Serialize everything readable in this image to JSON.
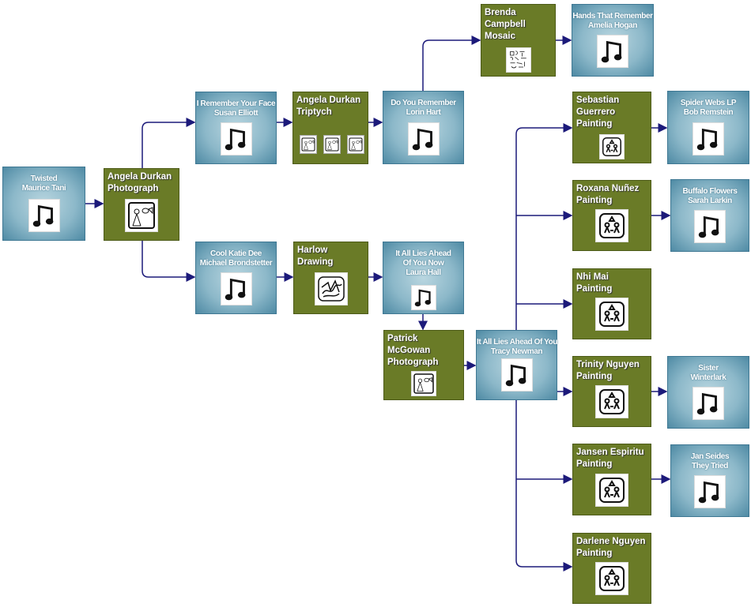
{
  "colors": {
    "blue_node": "#6fa3b8",
    "green_node": "#6a7b27",
    "edge": "#1c1a7a"
  },
  "nodes": [
    {
      "lines": [
        "Twisted",
        "Maurice Tani"
      ],
      "icon": "music-note"
    },
    {
      "lines": [
        "Angela Durkan",
        "Photograph"
      ],
      "icon": "photograph"
    },
    {
      "lines": [
        "I Remember Your Face",
        "Susan Elliott"
      ],
      "icon": "music-note"
    },
    {
      "lines": [
        "Angela Durkan",
        "Triptych"
      ],
      "icon": "triptych"
    },
    {
      "lines": [
        "Do You Remember",
        "Lorin Hart"
      ],
      "icon": "music-note"
    },
    {
      "lines": [
        "Brenda",
        "Campbell",
        "Mosaic"
      ],
      "icon": "mosaic"
    },
    {
      "lines": [
        "Hands That Remember",
        "Amelia Hogan"
      ],
      "icon": "music-note"
    },
    {
      "lines": [
        "Cool Katie Dee",
        "Michael Brondstetter"
      ],
      "icon": "music-note"
    },
    {
      "lines": [
        "Harlow",
        "Drawing"
      ],
      "icon": "drawing"
    },
    {
      "lines": [
        "It All Lies Ahead",
        "Of You Now",
        "Laura Hall"
      ],
      "icon": "music-note"
    },
    {
      "lines": [
        "Patrick",
        "McGowan",
        "Photograph"
      ],
      "icon": "photograph"
    },
    {
      "lines": [
        "It All Lies Ahead Of You",
        "Tracy Newman"
      ],
      "icon": "music-note"
    },
    {
      "lines": [
        "Sebastian",
        "Guerrero",
        "Painting"
      ],
      "icon": "painting"
    },
    {
      "lines": [
        "Spider Webs LP",
        "Bob Remstein"
      ],
      "icon": "music-note"
    },
    {
      "lines": [
        "Roxana Nuñez",
        "Painting"
      ],
      "icon": "painting"
    },
    {
      "lines": [
        "Buffalo Flowers",
        "Sarah Larkin"
      ],
      "icon": "music-note"
    },
    {
      "lines": [
        "Nhi Mai",
        "Painting"
      ],
      "icon": "painting"
    },
    {
      "lines": [
        "Trinity Nguyen",
        "Painting"
      ],
      "icon": "painting"
    },
    {
      "lines": [
        "Sister",
        "Winterlark"
      ],
      "icon": "music-note"
    },
    {
      "lines": [
        "Jansen Espiritu",
        "Painting"
      ],
      "icon": "painting"
    },
    {
      "lines": [
        "Jan Seides",
        "They Tried"
      ],
      "icon": "music-note"
    },
    {
      "lines": [
        "Darlene Nguyen",
        "Painting"
      ],
      "icon": "painting"
    }
  ]
}
